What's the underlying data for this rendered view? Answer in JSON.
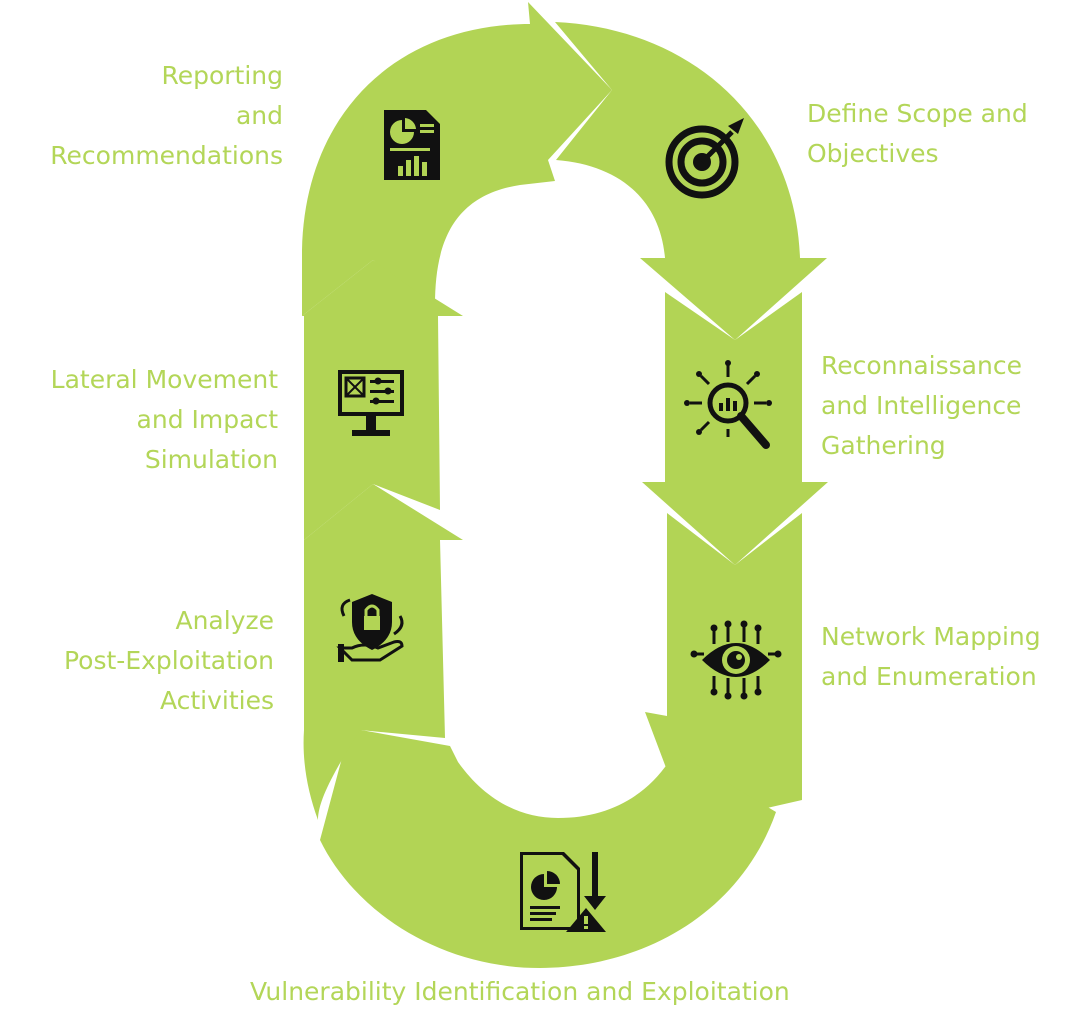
{
  "colors": {
    "arrow": "#b2d455",
    "text": "#b3d658",
    "icon": "#111111"
  },
  "steps": [
    {
      "id": "define",
      "icon": "target-icon",
      "lines": [
        "Define Scope and",
        "Objectives"
      ]
    },
    {
      "id": "recon",
      "icon": "magnifier-chart-icon",
      "lines": [
        "Reconnaissance",
        "and Intelligence",
        "Gathering"
      ]
    },
    {
      "id": "mapping",
      "icon": "eye-network-icon",
      "lines": [
        "Network Mapping",
        "and Enumeration"
      ]
    },
    {
      "id": "vuln",
      "icon": "report-warning-icon",
      "lines": [
        "Vulnerability Identification and Exploitation"
      ]
    },
    {
      "id": "analyze",
      "icon": "shield-hand-icon",
      "lines": [
        "Analyze",
        "Post-Exploitation",
        "Activities"
      ]
    },
    {
      "id": "lateral",
      "icon": "monitor-controls-icon",
      "lines": [
        "Lateral Movement",
        "and Impact",
        "Simulation"
      ]
    },
    {
      "id": "reporting",
      "icon": "report-chart-icon",
      "lines": [
        "Reporting",
        "and",
        "Recommendations"
      ]
    }
  ]
}
